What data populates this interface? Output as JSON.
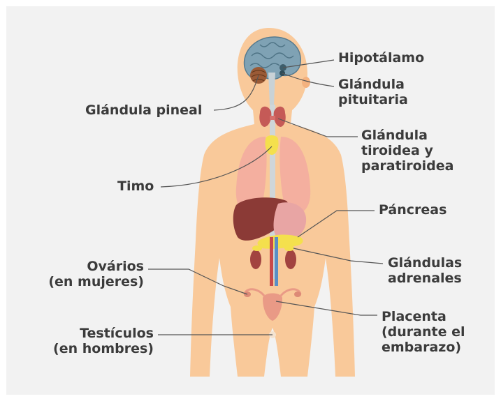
{
  "labels": {
    "hypothalamus": "Hipotálamo",
    "pituitary": "Glándula\npituitaria",
    "pineal": "Glándula pineal",
    "thyroid": "Glándula\ntiroidea y\nparatiroidea",
    "thymus": "Timo",
    "pancreas": "Páncreas",
    "adrenals": "Glándulas\nadrenales",
    "ovaries": "Ovários\n(en mujeres)",
    "placenta": "Placenta\n(durante el\nembarazo)",
    "testicles": "Testículos\n(en hombres)"
  },
  "colors": {
    "background": "#f2f2f2",
    "skin": "#f9c99a",
    "skin_shade": "#f4b27f",
    "lungs": "#f2a6a0",
    "brain": "#7fa2b4",
    "liver": "#8b3a36",
    "stomach": "#e8a5a4",
    "glands": "#f4e04d",
    "text": "#3b3b3b",
    "leader": "#555555"
  }
}
